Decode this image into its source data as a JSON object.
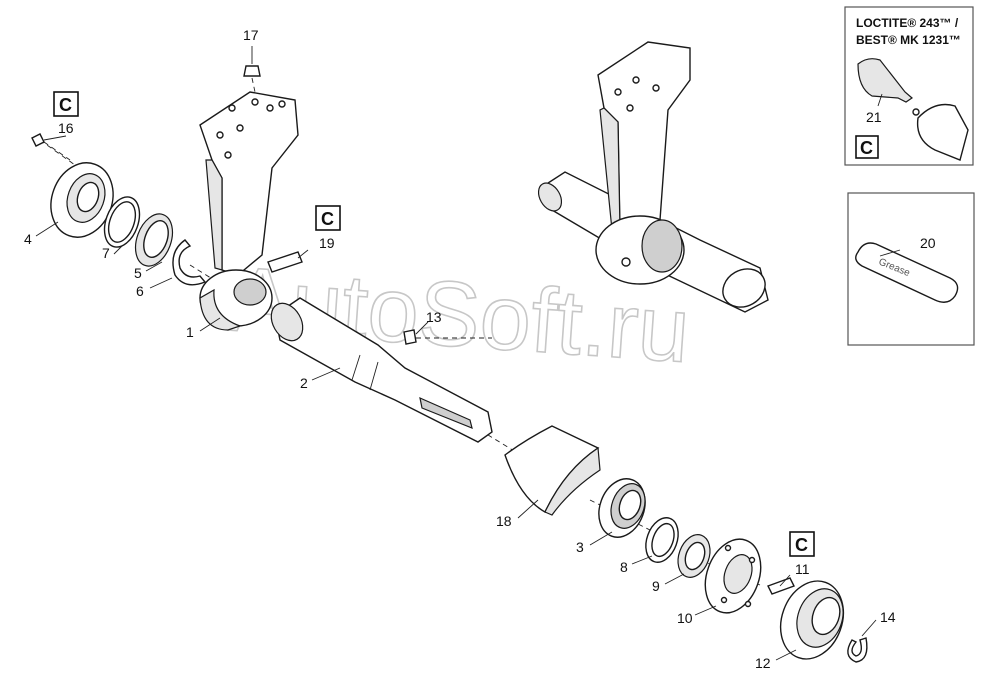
{
  "labels": {
    "p1": "1",
    "p2": "2",
    "p3": "3",
    "p4": "4",
    "p5": "5",
    "p6": "6",
    "p7": "7",
    "p8": "8",
    "p9": "9",
    "p10": "10",
    "p11": "11",
    "p12": "12",
    "p13": "13",
    "p14": "14",
    "p16": "16",
    "p17": "17",
    "p18": "18",
    "p19": "19",
    "p20": "20",
    "p21": "21"
  },
  "c_marker": "C",
  "loctite": {
    "line1": "LOCTITE® 243™ /",
    "line2": "BEST® MK 1231™"
  },
  "grease": "Grease",
  "watermark": "AutoSoft.ru"
}
